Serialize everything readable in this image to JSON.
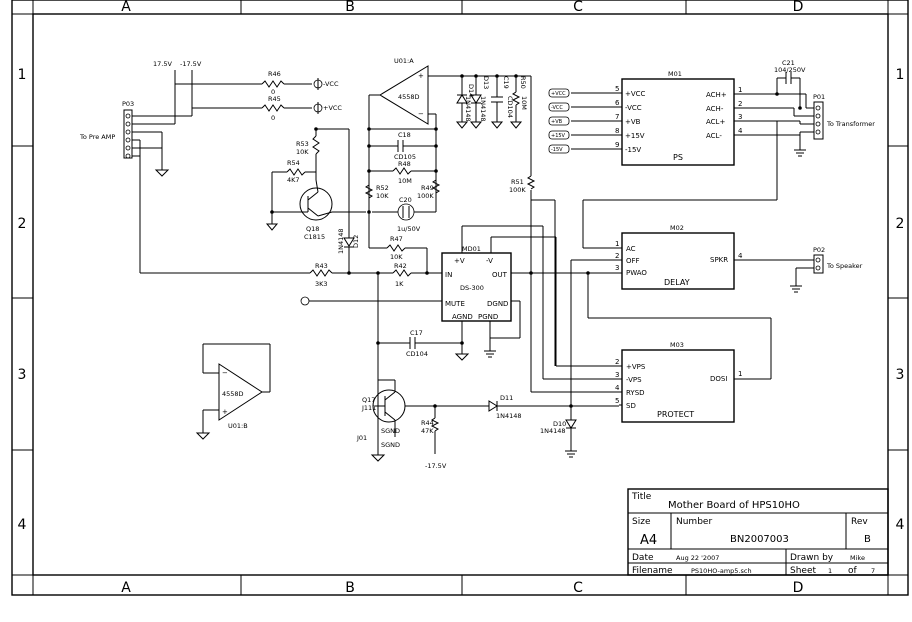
{
  "frame": {
    "cols": [
      "A",
      "B",
      "C",
      "D"
    ],
    "rows": [
      "1",
      "2",
      "3",
      "4"
    ]
  },
  "title_block": {
    "title_label": "Title",
    "title_value": "Mother Board of HPS10HO",
    "size_label": "Size",
    "size_value": "A4",
    "number_label": "Number",
    "number_value": "BN2007003",
    "rev_label": "Rev",
    "rev_value": "B",
    "date_label": "Date",
    "date_value": "Aug 22 '2007",
    "drawn_label": "Drawn by",
    "drawn_value": "Mike",
    "filename_label": "Filename",
    "filename_value": "PS10HO-amp5.sch",
    "sheet_label": "Sheet",
    "sheet_value": "1",
    "of_label": "of",
    "of_value": "7"
  },
  "labels": {
    "rail_pos": "17.5V",
    "rail_neg": "-17.5V",
    "p03": "P03",
    "to_pre_amp": "To Pre AMP",
    "r46": "R46",
    "r46v": "0",
    "r45": "R45",
    "r45v": "0",
    "vcc_a": "-VCC",
    "vcc_b": "+VCC",
    "r53": "R53",
    "r53v": "10K",
    "r54": "R54",
    "r54v": "4K7",
    "q18": "Q18",
    "q18v": "C1815",
    "d12": "D12",
    "d12v": "1N4148",
    "r43": "R43",
    "r43v": "3K3",
    "u01a": "U01:A",
    "opa_a": "4558D",
    "d14": "D14",
    "d14v": "1N4148",
    "d13": "D13",
    "d13v": "1N4148",
    "c19": "C19",
    "c19v": "CD104",
    "r50": "R50",
    "r50v": "10M",
    "c18": "C18",
    "c18v": "CD105",
    "r48": "R48",
    "r48v": "10M",
    "r52": "R52",
    "r52v": "10K",
    "c20": "C20",
    "c20v": "1u/50V",
    "r49": "R49",
    "r49v": "100K",
    "r51": "R51",
    "r51v": "100K",
    "r47": "R47",
    "r47v": "10K",
    "r42": "R42",
    "r42v": "1K",
    "md01": "MD01",
    "md_pos": "+V",
    "md_neg": "-V",
    "md_in": "IN",
    "md_out": "OUT",
    "md_name": "DS-300",
    "md_mute": "MUTE",
    "md_dgnd": "DGND",
    "md_agnd": "AGND",
    "md_pgnd": "PGND",
    "c17": "C17",
    "c17v": "CD104",
    "u01b": "U01:B",
    "opa_b": "4558D",
    "q17": "Q17",
    "q17v": "J111",
    "j01": "J01",
    "sgnd1": "SGND",
    "sgnd2": "SGND",
    "r44": "R44",
    "r44v": "47K",
    "neg_rail2": "-17.5V",
    "d11": "D11",
    "d11v": "1N4148",
    "d10": "D10",
    "d10v": "1N4148",
    "m01": "M01",
    "m01_name": "PS",
    "m01_pins_left": [
      "+VCC",
      "-VCC",
      "+VB",
      "+15V",
      "-15V"
    ],
    "m01_nums_left": [
      "5",
      "6",
      "7",
      "8",
      "9"
    ],
    "m01_pins_right": [
      "ACH+",
      "ACH-",
      "ACL+",
      "ACL-"
    ],
    "m01_nums_right": [
      "1",
      "2",
      "3",
      "4"
    ],
    "m01_tags": [
      "+VCC",
      "-VCC",
      "+VB",
      "+15V",
      "-15V"
    ],
    "c21": "C21",
    "c21v": "104/250V",
    "p01": "P01",
    "to_transformer": "To Transformer",
    "m02": "M02",
    "m02_name": "DELAY",
    "m02_pins_left": [
      "AC",
      "OFF",
      "PWAO"
    ],
    "m02_nums_left": [
      "1",
      "2",
      "3"
    ],
    "m02_pin_right": "SPKR",
    "m02_num_right": "4",
    "p02": "P02",
    "to_speaker": "To Speaker",
    "m03": "M03",
    "m03_name": "PROTECT",
    "m03_pins_left": [
      "+VPS",
      "-VPS",
      "RYSD",
      "SD"
    ],
    "m03_nums_left": [
      "2",
      "3",
      "4",
      "5"
    ],
    "m03_pin_right": "DOSI",
    "m03_num_right": "1"
  }
}
